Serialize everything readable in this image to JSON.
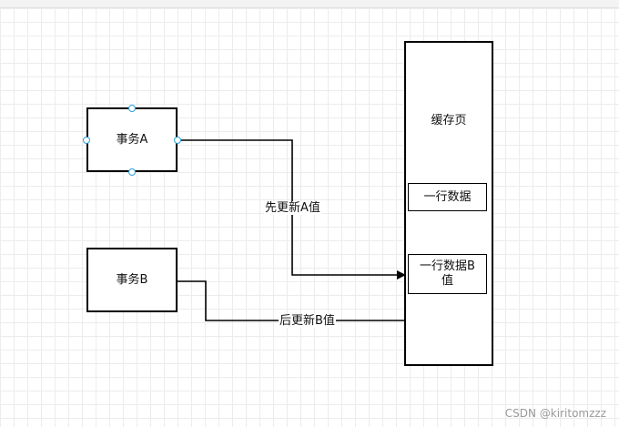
{
  "diagram": {
    "nodes": {
      "tx_a": "事务A",
      "tx_b": "事务B",
      "cache_page": "缓存页",
      "row_top": "一行数据",
      "row_b": "一行数据B\n值"
    },
    "edges": {
      "a_update": "先更新A值",
      "b_update": "后更新B值"
    }
  },
  "watermark": "CSDN @kiritomzzz",
  "colors": {
    "handle": "#29a3d9",
    "stroke": "#000000",
    "grid": "#ececec"
  }
}
